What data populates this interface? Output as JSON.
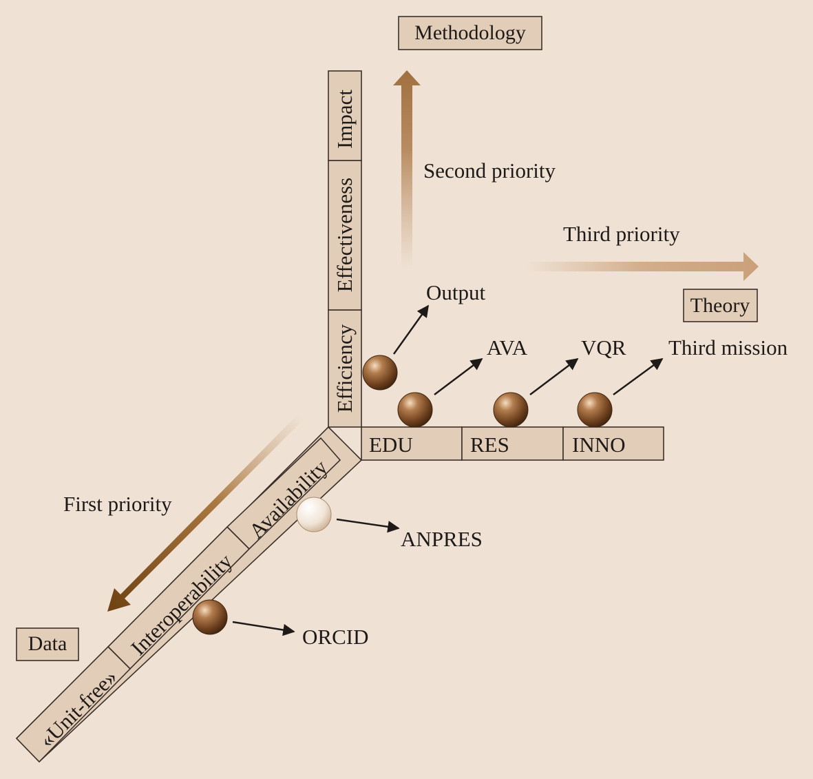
{
  "axes": {
    "methodology": "Methodology",
    "theory": "Theory",
    "data": "Data"
  },
  "priorities": {
    "first": "First priority",
    "second": "Second priority",
    "third": "Third priority"
  },
  "vertical_segments": [
    "Efficiency",
    "Effectiveness",
    "Impact"
  ],
  "horizontal_segments": [
    "EDU",
    "RES",
    "INNO"
  ],
  "diagonal_segments": [
    "«Unit-free»",
    "Interoperability",
    "Availability"
  ],
  "items": {
    "output": "Output",
    "ava": "AVA",
    "vqr": "VQR",
    "third_mission": "Third mission",
    "anpres": "ANPRES",
    "orcid": "ORCID"
  },
  "colors": {
    "background": "#efe2d5",
    "box_fill": "#e2cdb8",
    "box_stroke": "#3a3029",
    "arrow_dark": "#7a4e22",
    "arrow_light": "#c9a27c",
    "ball_dark": "#7a4a25",
    "ball_light": "#f5ece3"
  }
}
